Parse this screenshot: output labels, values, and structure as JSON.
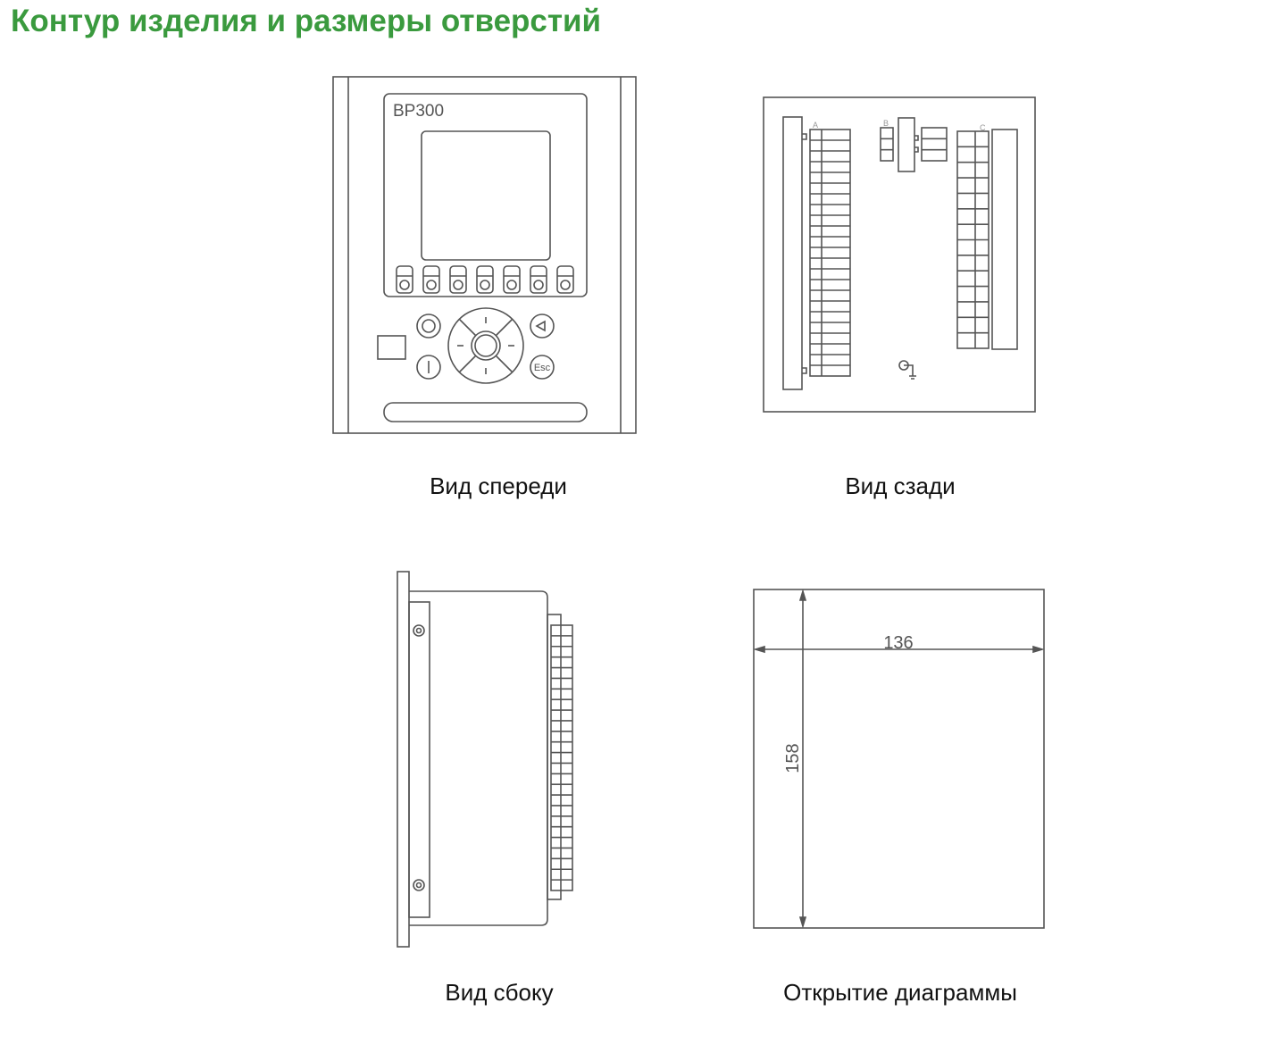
{
  "title": "Контур изделия и размеры отверстий",
  "colors": {
    "title": "#3a9a3e",
    "line": "#555555"
  },
  "front_view": {
    "caption": "Вид спереди",
    "model_label": "BP300",
    "esc_label": "Esc"
  },
  "rear_view": {
    "caption": "Вид сзади",
    "block_labels": [
      "A",
      "B",
      "C"
    ]
  },
  "side_view": {
    "caption": "Вид сбоку"
  },
  "cutout": {
    "caption": "Открытие диаграммы",
    "width_label": "136",
    "height_label": "158"
  }
}
